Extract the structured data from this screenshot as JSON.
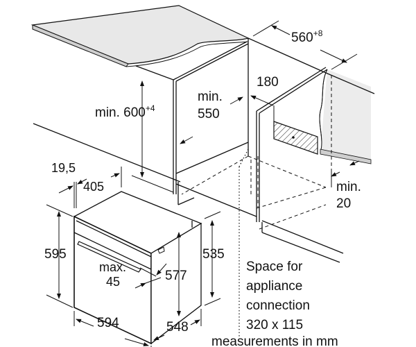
{
  "title": "Oven installation dimensions",
  "labels": {
    "width_niche": "560",
    "width_niche_tol": "+8",
    "height_niche_prefix": "min. 600",
    "height_niche_tol": "+4",
    "depth_min_line1": "min.",
    "depth_min_line2": "550",
    "connection_offset": "180",
    "front_panel": "19,5",
    "top_depth": "405",
    "front_height": "595",
    "side_height": "535",
    "inner_height": "577",
    "max_line1": "max.",
    "max_line2": "45",
    "front_width": "594",
    "side_depth": "548",
    "gap_line1": "min.",
    "gap_line2": "20",
    "space_line1": "Space for",
    "space_line2": "appliance",
    "space_line3": "connection",
    "space_line4": "320 x 115",
    "units_note": "measurements in mm"
  }
}
